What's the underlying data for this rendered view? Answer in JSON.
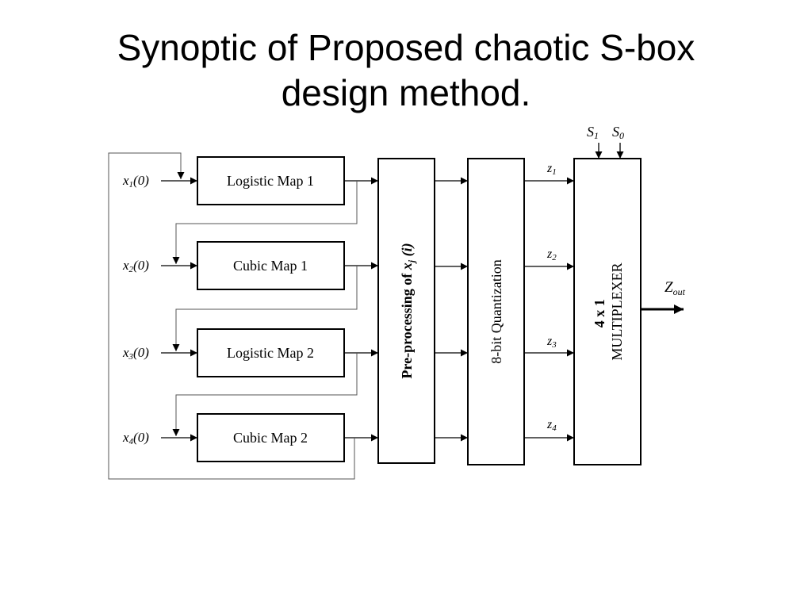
{
  "slide": {
    "title_line1": "Synoptic of Proposed chaotic S-box",
    "title_line2": "design method."
  },
  "diagram": {
    "inputs": [
      {
        "var": "x",
        "sub": "1",
        "arg": "(0)"
      },
      {
        "var": "x",
        "sub": "2",
        "arg": "(0)"
      },
      {
        "var": "x",
        "sub": "3",
        "arg": "(0)"
      },
      {
        "var": "x",
        "sub": "4",
        "arg": "(0)"
      }
    ],
    "maps": [
      "Logistic Map 1",
      "Cubic Map 1",
      "Logistic Map 2",
      "Cubic Map 2"
    ],
    "preprocessing": {
      "label": "Pre-processing of ",
      "var": "x",
      "sub": "j",
      "arg": " (i)"
    },
    "quantization": "8-bit Quantization",
    "outputs": [
      {
        "var": "z",
        "sub": "1"
      },
      {
        "var": "z",
        "sub": "2"
      },
      {
        "var": "z",
        "sub": "3"
      },
      {
        "var": "z",
        "sub": "4"
      }
    ],
    "multiplexer": {
      "line1": "4 x 1",
      "line2": "MULTIPLEXER"
    },
    "selects": [
      {
        "var": "S",
        "sub": "1"
      },
      {
        "var": "S",
        "sub": "0"
      }
    ],
    "final_output": {
      "var": "Z",
      "sub": "out"
    }
  }
}
